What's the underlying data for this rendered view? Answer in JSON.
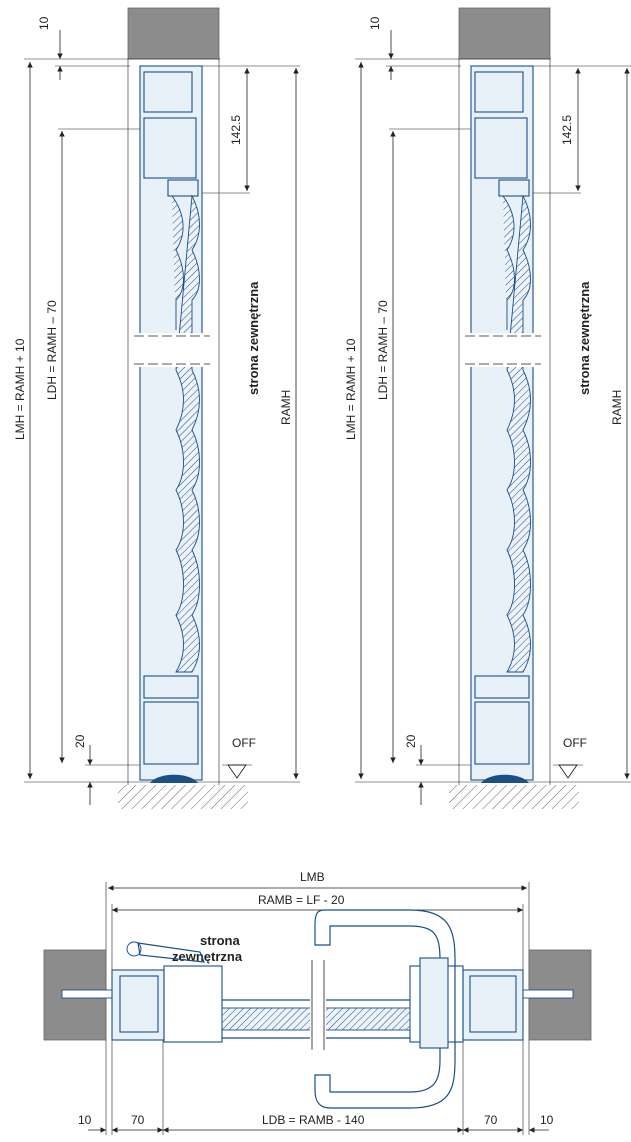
{
  "side_views": [
    {
      "dim_top": "10",
      "dim_lmh": "LMH = RAMH + 10",
      "dim_ldh": "LDH = RAMH – 70",
      "dim_142": "142.5",
      "label_outside": "strona zewnętrzna",
      "dim_ramh": "RAMH",
      "dim_bottom": "20",
      "label_off": "OFF"
    },
    {
      "dim_top": "10",
      "dim_lmh": "LMH = RAMH + 10",
      "dim_ldh": "LDH = RAMH – 70",
      "dim_142": "142.5",
      "label_outside": "strona zewnętrzna",
      "dim_ramh": "RAMH",
      "dim_bottom": "20",
      "label_off": "OFF"
    }
  ],
  "plan_view": {
    "dim_lmb": "LMB",
    "dim_ramb": "RAMB = LF - 20",
    "label_outside_line1": "strona",
    "label_outside_line2": "zewnętrzna",
    "dim_left_10": "10",
    "dim_left_70": "70",
    "dim_ldb": "LDB = RAMB - 140",
    "dim_right_70": "70",
    "dim_right_10": "10"
  },
  "colors": {
    "profile": "#1a4f8a",
    "wall": "#8c8c8c",
    "line": "#222222"
  }
}
